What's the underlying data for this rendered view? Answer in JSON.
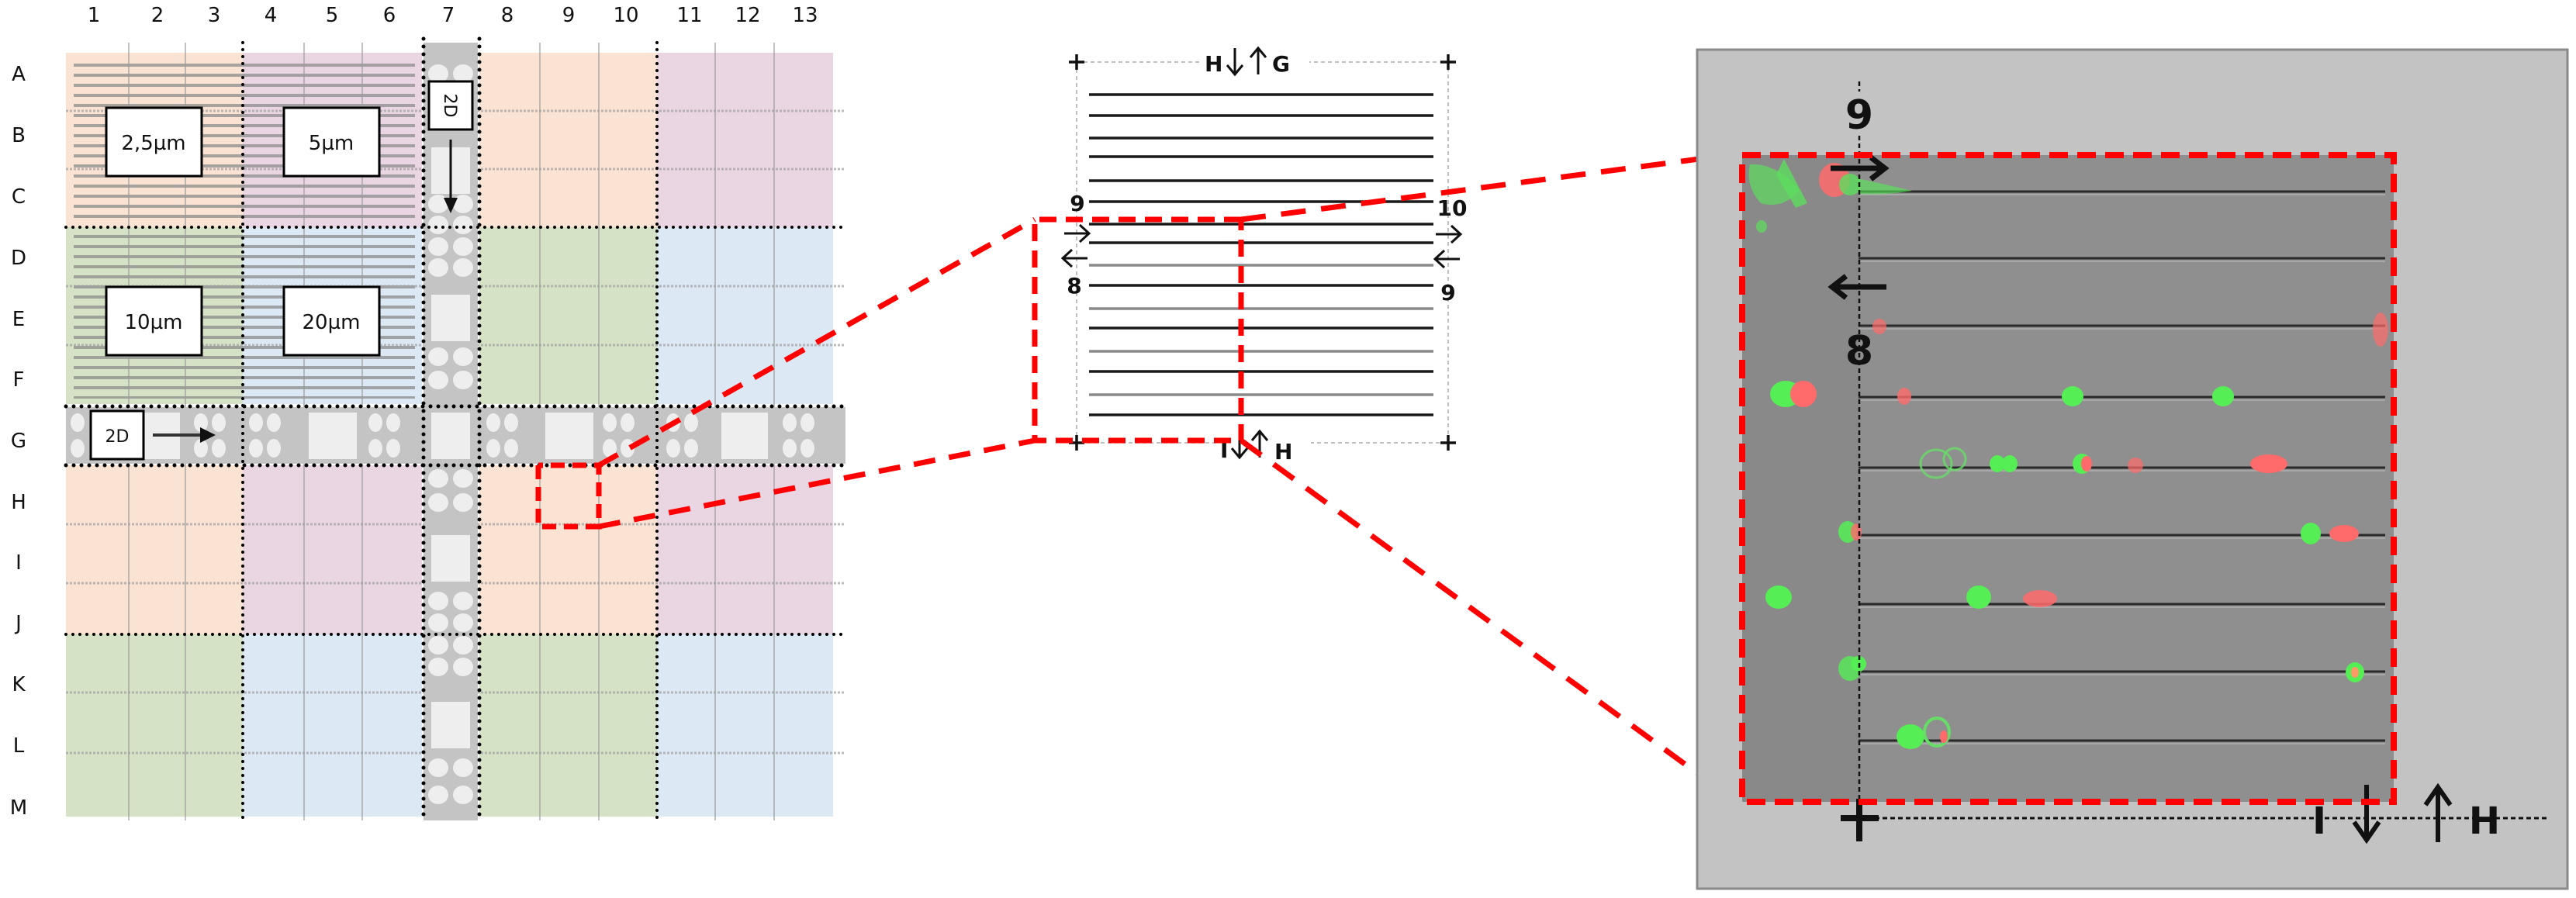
{
  "left_grid": {
    "column_labels": [
      "1",
      "2",
      "3",
      "4",
      "5",
      "6",
      "7",
      "8",
      "9",
      "10",
      "11",
      "12",
      "13"
    ],
    "row_labels": [
      "A",
      "B",
      "C",
      "D",
      "E",
      "F",
      "G",
      "H",
      "I",
      "J",
      "K",
      "L",
      "M"
    ],
    "quadrant_colors": {
      "orange": "#fbe3d3",
      "purple": "#ead6e3",
      "green": "#d6e2c6",
      "blue": "#dde8f5",
      "channel_gray": "#c4c4c4",
      "well_light": "#eeeeee"
    },
    "spacing_labels": {
      "top_left": "2,5µm",
      "top_right": "5µm",
      "bottom_left": "10µm",
      "bottom_right": "20µm"
    },
    "vertical_2d_label": "2D",
    "horizontal_2d_label": "2D",
    "zoom_selection": {
      "row": "H",
      "column": "9",
      "color": "#ff0000"
    }
  },
  "middle_diagram": {
    "top_label_left": "H",
    "top_label_right": "G",
    "bottom_label_left": "I",
    "bottom_label_right": "H",
    "left_numbers": {
      "upper": "9",
      "lower": "8"
    },
    "right_numbers": {
      "upper": "10",
      "lower": "9"
    },
    "line_count": 16,
    "line_color_dark": "#1a1a1a",
    "line_color_gray": "#8a8a8a"
  },
  "right_micrograph": {
    "panel_bg": "#c3c3c3",
    "image_bg": "#8f8f8f",
    "top_number": "9",
    "middle_number": "8",
    "bottom_labels": {
      "left": "I",
      "right": "H"
    },
    "cell_colors": {
      "green": "#55ee55",
      "red": "#ff6b6b"
    },
    "selection_color": "#ff0000"
  }
}
